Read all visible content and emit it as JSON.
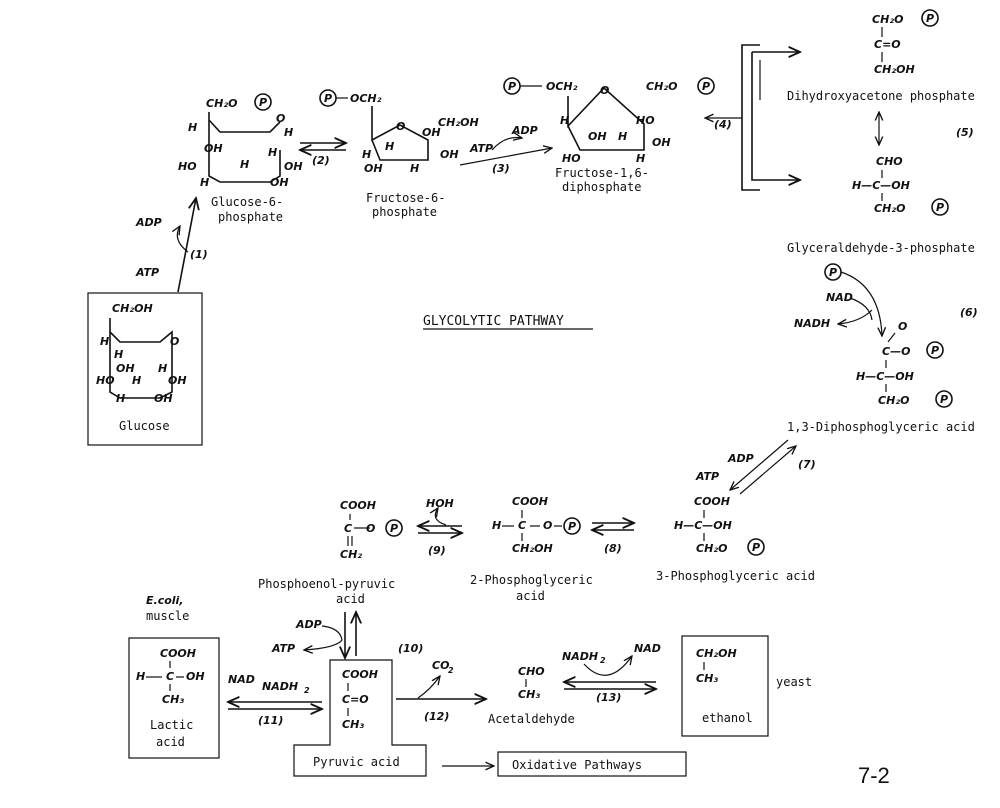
{
  "title": "GLYCOLYTIC PATHWAY",
  "slide_number": "7-2",
  "p": "P",
  "compounds": {
    "glucose": "Glucose",
    "g6p_1": "Glucose-6-",
    "g6p_2": "phosphate",
    "f6p_1": "Fructose-6-",
    "f6p_2": "phosphate",
    "f16dp_1": "Fructose-1,6-",
    "f16dp_2": "diphosphate",
    "dhap": "Dihydroxyacetone phosphate",
    "g3p": "Glyceraldehyde-3-phosphate",
    "dpg13": "1,3-Diphosphoglyceric acid",
    "pg3": "3-Phosphoglyceric acid",
    "pg2_1": "2-Phosphoglyceric",
    "pg2_2": "acid",
    "pep_1": "Phosphoenol-pyruvic",
    "pep_2": "acid",
    "lactic_1": "Lactic",
    "lactic_2": "acid",
    "acetaldehyde": "Acetaldehyde",
    "ethanol": "ethanol",
    "pyruvic": "Pyruvic acid",
    "oxidative": "Oxidative Pathways"
  },
  "organisms": {
    "ecoli": "E.coli,",
    "muscle": "muscle",
    "yeast": "yeast"
  },
  "steps": [
    "(1)",
    "(2)",
    "(3)",
    "(4)",
    "(5)",
    "(6)",
    "(7)",
    "(8)",
    "(9)",
    "(10)",
    "(11)",
    "(12)",
    "(13)"
  ],
  "cofactors": {
    "adp": "ADP",
    "atp": "ATP",
    "nad": "NAD",
    "nadh2": "NADH",
    "sub2": "2",
    "co2": "CO",
    "hoh": "HOH"
  },
  "groups": {
    "ch2oh": "CH₂OH",
    "ch2o": "CH₂O",
    "och2": "OCH₂",
    "cho": "CHO",
    "cooh": "COOH",
    "ch3": "CH₃",
    "ch2": "CH₂",
    "c_eq_o": "C=O",
    "oh": "OH",
    "ho": "HO",
    "h": "H",
    "o": "O",
    "c": "C",
    "h_c_oh": "H—C—OH",
    "c_o": "C—O",
    "co": "C"
  }
}
